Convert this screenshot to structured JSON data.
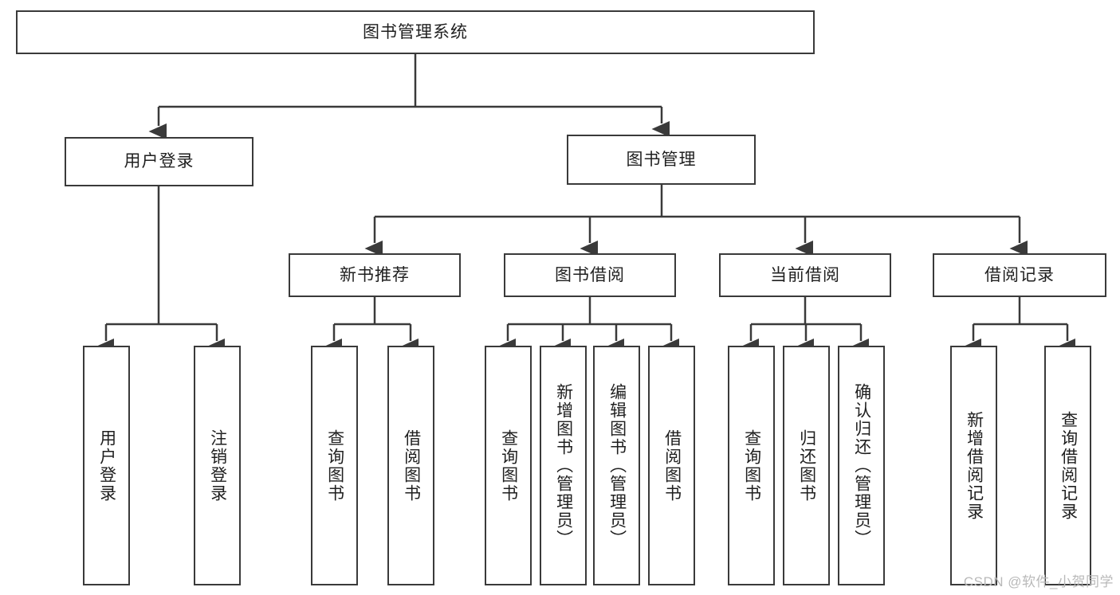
{
  "diagram": {
    "title": "图书管理系统",
    "type": "tree-hierarchy",
    "watermark": "CSDN @软件_小贺同学",
    "colors": {
      "node_border": "#3a3a3a",
      "node_fill": "#ffffff",
      "edge": "#3a3a3a",
      "text": "#1f1f1f",
      "watermark": "#b9b9b9",
      "background": "#ffffff"
    },
    "levels": {
      "root": {
        "label": "图书管理系统"
      },
      "level1": [
        {
          "label": "用户登录"
        },
        {
          "label": "图书管理"
        }
      ],
      "level2": [
        {
          "label": "新书推荐"
        },
        {
          "label": "图书借阅"
        },
        {
          "label": "当前借阅"
        },
        {
          "label": "借阅记录"
        }
      ],
      "leaves": {
        "user_login": [
          {
            "label": "用户登录"
          },
          {
            "label": "注销登录"
          }
        ],
        "new_book_recommend": [
          {
            "label": "查询图书"
          },
          {
            "label": "借阅图书"
          }
        ],
        "book_borrow": [
          {
            "label": "查询图书"
          },
          {
            "label": "新增图书（管理员）"
          },
          {
            "label": "编辑图书（管理员）"
          },
          {
            "label": "借阅图书"
          }
        ],
        "current_borrow": [
          {
            "label": "查询图书"
          },
          {
            "label": "归还图书"
          },
          {
            "label": "确认归还（管理员）"
          }
        ],
        "borrow_record": [
          {
            "label": "新增借阅记录"
          },
          {
            "label": "查询借阅记录"
          }
        ]
      }
    }
  }
}
